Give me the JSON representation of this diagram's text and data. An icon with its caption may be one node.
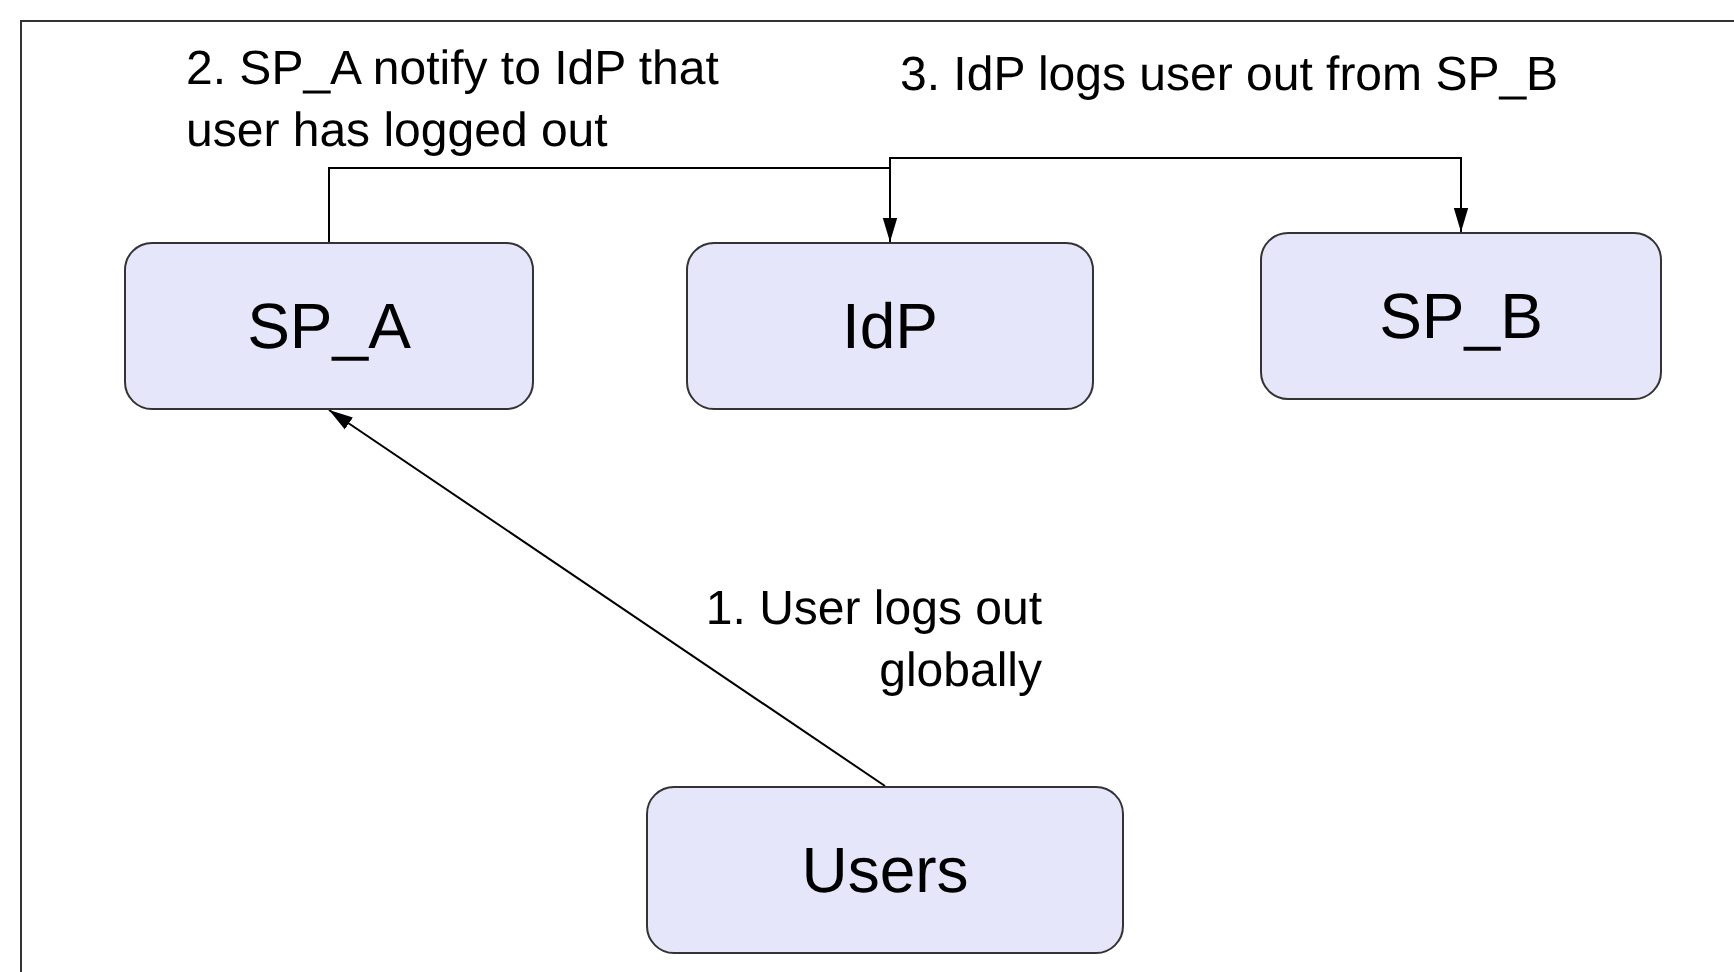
{
  "diagram": {
    "nodes": [
      {
        "text": [
          "SP_A"
        ]
      },
      {
        "text": [
          "IdP"
        ]
      },
      {
        "text": [
          "SP_B"
        ]
      },
      {
        "text": [
          "Users"
        ]
      }
    ],
    "edges": [
      {
        "from": 3,
        "to": 0,
        "arrow": "to",
        "label": "1. User logs out globally"
      },
      {
        "from": 0,
        "to": 1,
        "arrow": "to",
        "label": "2. SP_A notify to IdP that user has logged out"
      },
      {
        "from": 1,
        "to": 2,
        "arrow": "to",
        "label": "3. IdP logs user out from SP_B"
      }
    ]
  }
}
